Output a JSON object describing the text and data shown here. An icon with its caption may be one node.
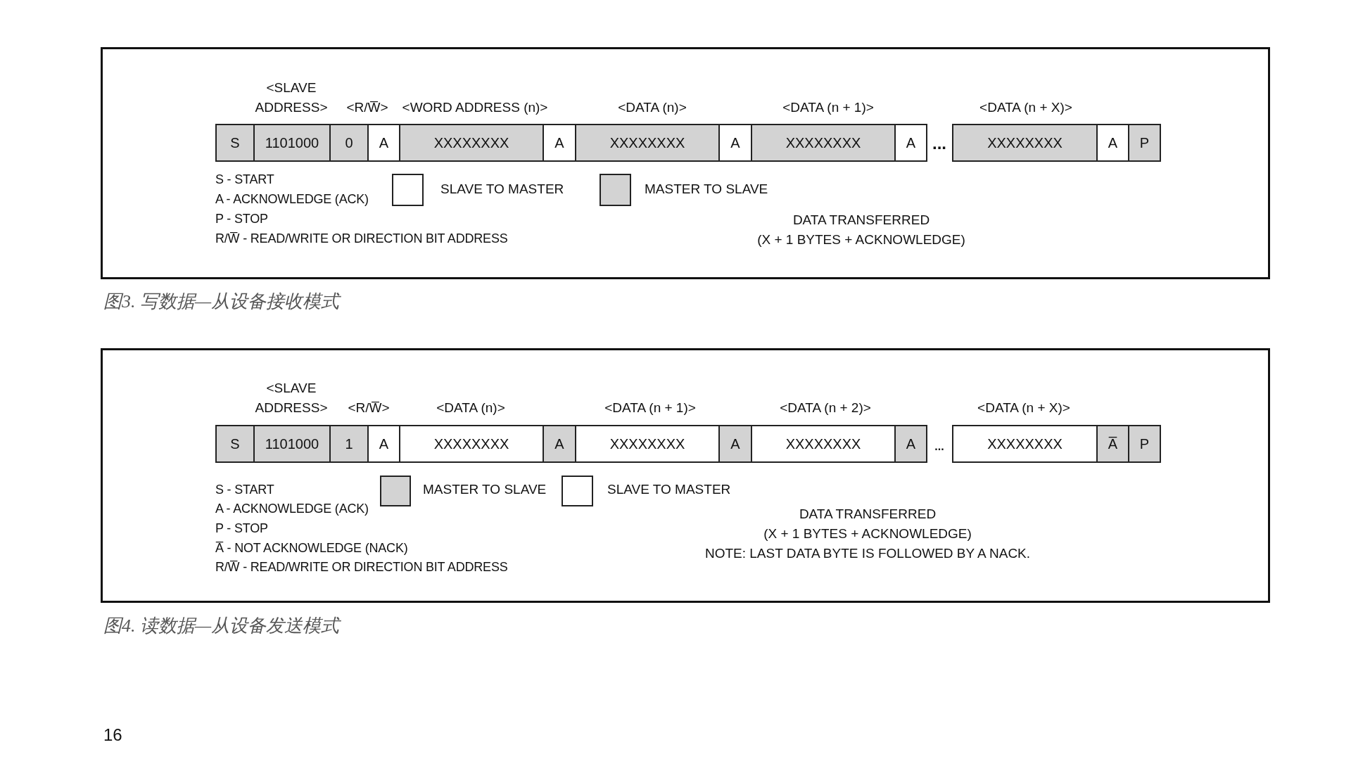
{
  "diagram": {
    "nodes": [
      {
        "text": [],
        "shape": "box"
      },
      {
        "text": [
          "S"
        ],
        "in": 0
      },
      {
        "text": [
          "1101000"
        ],
        "in": 0
      },
      {
        "text": [
          "0"
        ],
        "in": 0
      },
      {
        "text": [
          "A"
        ],
        "in": 0
      },
      {
        "text": [
          "XXXXXXXX"
        ],
        "in": 0
      },
      {
        "text": [
          "A"
        ],
        "in": 0
      },
      {
        "text": [
          "XXXXXXXX"
        ],
        "in": 0
      },
      {
        "text": [
          "A"
        ],
        "in": 0
      },
      {
        "text": [
          "XXXXXXXX"
        ],
        "in": 0
      },
      {
        "text": [
          "A"
        ],
        "in": 0
      },
      {
        "text": [
          "XXXXXXXX"
        ],
        "in": 0
      },
      {
        "text": [
          "A"
        ],
        "in": 0
      },
      {
        "text": [
          "P"
        ],
        "in": 0
      },
      {
        "text": [],
        "shape": "box"
      },
      {
        "text": [
          "S"
        ],
        "in": 14
      },
      {
        "text": [
          "1101000"
        ],
        "in": 14
      },
      {
        "text": [
          "1"
        ],
        "in": 14
      },
      {
        "text": [
          "A"
        ],
        "in": 14
      },
      {
        "text": [
          "XXXXXXXX"
        ],
        "in": 14
      },
      {
        "text": [
          "A"
        ],
        "in": 14
      },
      {
        "text": [
          "XXXXXXXX"
        ],
        "in": 14
      },
      {
        "text": [
          "A"
        ],
        "in": 14
      },
      {
        "text": [
          "XXXXXXXX"
        ],
        "in": 14
      },
      {
        "text": [
          "A"
        ],
        "in": 14
      },
      {
        "text": [
          "XXXXXXXX"
        ],
        "in": 14
      },
      {
        "text": [
          "A̅"
        ],
        "in": 14
      },
      {
        "text": [
          "P"
        ],
        "in": 14
      }
    ],
    "labels": [
      "<SLAVE ADDRESS>",
      "<R/W̅>",
      "<WORD ADDRESS (n)>",
      "<DATA (n)>",
      "<DATA (n + 1)>",
      "<DATA (n + X)>",
      "...",
      "S - START",
      "A - ACKNOWLEDGE (ACK)",
      "P - STOP",
      "R/W̅ - READ/WRITE OR DIRECTION BIT ADDRESS",
      "DATA TRANSFERRED (X + 1 BYTES + ACKNOWLEDGE)",
      "图3. 写数据—从设备接收模式",
      "<SLAVE ADDRESS>",
      "<R/W̅>",
      "<DATA (n)>",
      "<DATA (n + 1)>",
      "<DATA (n + 2)>",
      "<DATA (n + X)>",
      "...",
      "S - START",
      "A - ACKNOWLEDGE (ACK)",
      "P - STOP",
      "A̅ - NOT ACKNOWLEDGE (NACK)",
      "R/W̅ - READ/WRITE OR DIRECTION BIT ADDRESS",
      "DATA TRANSFERRED (X + 1 BYTES + ACKNOWLEDGE)",
      "NOTE: LAST DATA BYTE IS FOLLOWED BY A NACK.",
      "图4. 读数据—从设备发送模式",
      "16"
    ],
    "legend": [
      {
        "text": "SLAVE TO MASTER",
        "color": "#ffffff"
      },
      {
        "text": "MASTER TO SLAVE",
        "color": "#d3d3d3"
      },
      {
        "text": "MASTER TO SLAVE",
        "color": "#d3d3d3"
      },
      {
        "text": "SLAVE TO MASTER",
        "color": "#ffffff"
      }
    ]
  }
}
